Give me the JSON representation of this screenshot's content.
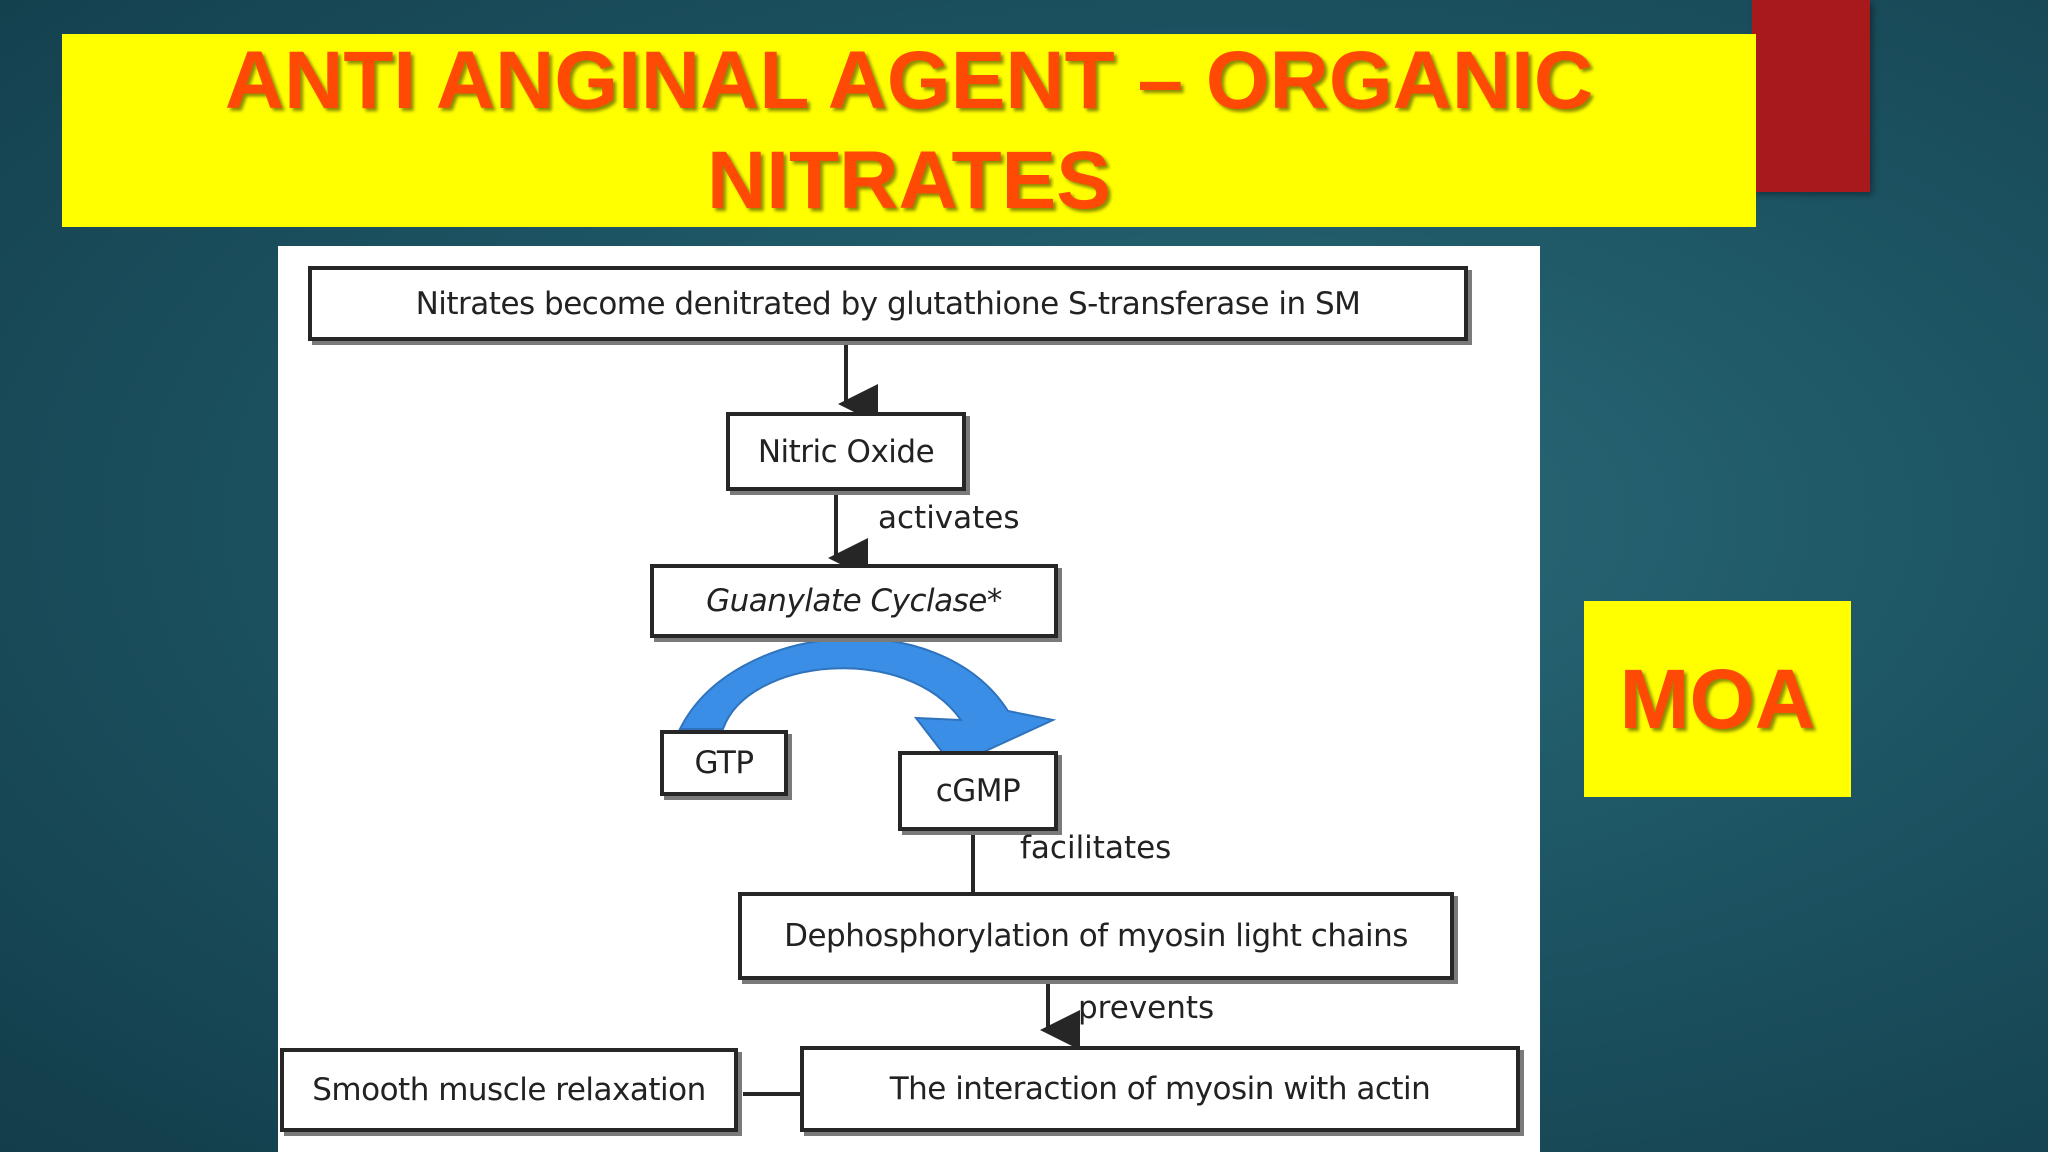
{
  "slide": {
    "title_line1": "ANTI ANGINAL AGENT – ORGANIC",
    "title_line2": "NITRATES",
    "side_label": "MOA",
    "colors": {
      "background": "#1d5564",
      "title_box": "#ffff00",
      "title_text": "#ff4a05",
      "accent_bar": "#a8191c",
      "arrow_fill": "#3b8ee6"
    }
  },
  "diagram": {
    "nodes": {
      "n1": "Nitrates become denitrated by glutathione S-transferase in SM",
      "n2": "Nitric Oxide",
      "n3": "Guanylate Cyclase*",
      "n4": "GTP",
      "n5": "cGMP",
      "n6": "Dephosphorylation of myosin light chains",
      "n7": "The interaction of myosin with actin",
      "n8": "Smooth muscle relaxation"
    },
    "edge_labels": {
      "e_activates": "activates",
      "e_facilitates": "facilitates",
      "e_prevents": "prevents"
    }
  }
}
